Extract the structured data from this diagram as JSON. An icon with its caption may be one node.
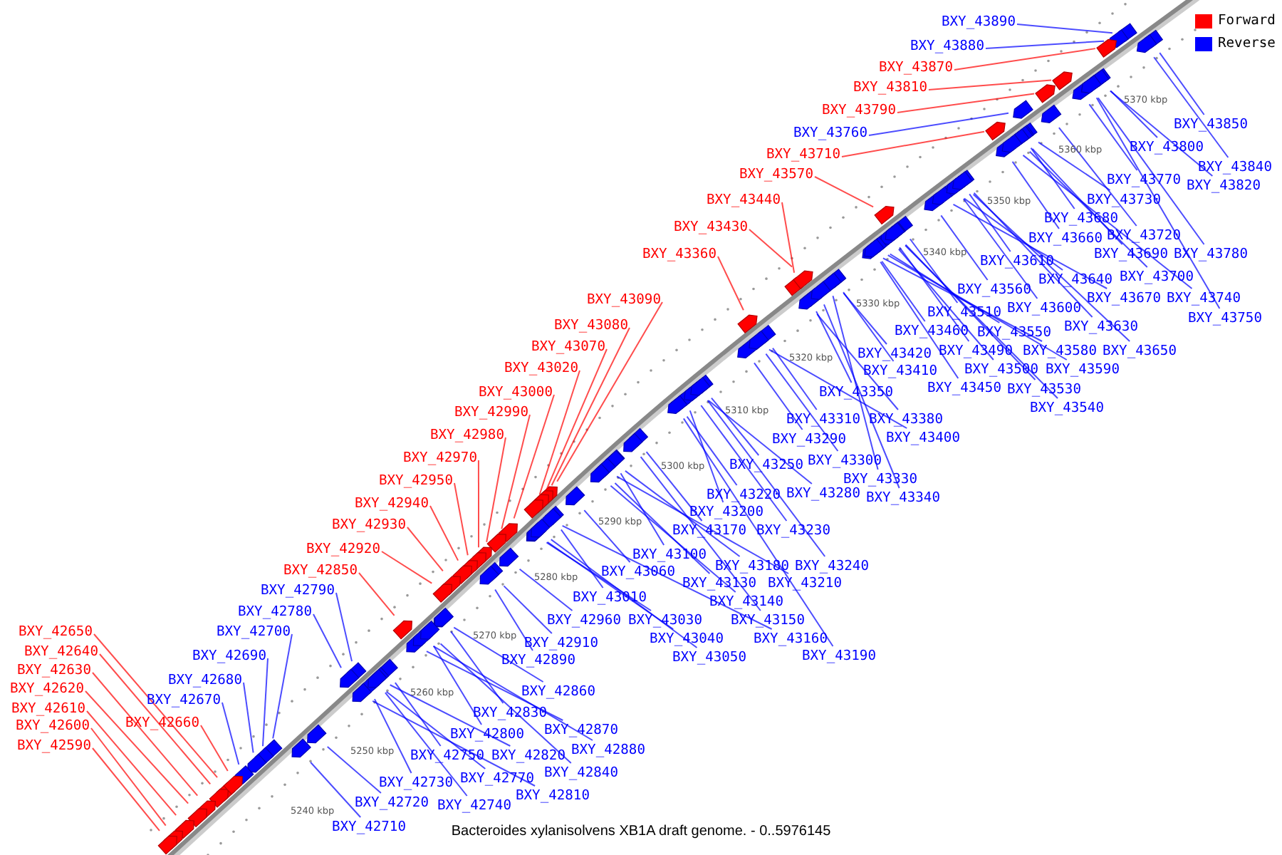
{
  "diagram": {
    "caption": "Bacteroides xylanisolvens XB1A draft genome. - 0..5976145",
    "nodes": [
      {
        "text": [
          "BXY_43890"
        ]
      },
      {
        "text": [
          "BXY_43880"
        ]
      },
      {
        "text": [
          "BXY_43870"
        ]
      },
      {
        "text": [
          "BXY_43810"
        ]
      },
      {
        "text": [
          "BXY_43790"
        ]
      },
      {
        "text": [
          "BXY_43760"
        ]
      },
      {
        "text": [
          "BXY_43710"
        ]
      },
      {
        "text": [
          "BXY_43570"
        ]
      },
      {
        "text": [
          "BXY_43440"
        ]
      },
      {
        "text": [
          "BXY_43430"
        ]
      },
      {
        "text": [
          "BXY_43360"
        ]
      },
      {
        "text": [
          "BXY_43090"
        ]
      },
      {
        "text": [
          "BXY_43080"
        ]
      },
      {
        "text": [
          "BXY_43070"
        ]
      },
      {
        "text": [
          "BXY_43020"
        ]
      },
      {
        "text": [
          "BXY_43000"
        ]
      },
      {
        "text": [
          "BXY_42990"
        ]
      },
      {
        "text": [
          "BXY_42980"
        ]
      },
      {
        "text": [
          "BXY_42970"
        ]
      },
      {
        "text": [
          "BXY_42950"
        ]
      },
      {
        "text": [
          "BXY_42940"
        ]
      },
      {
        "text": [
          "BXY_42930"
        ]
      },
      {
        "text": [
          "BXY_42920"
        ]
      },
      {
        "text": [
          "BXY_42850"
        ]
      },
      {
        "text": [
          "BXY_42790"
        ]
      },
      {
        "text": [
          "BXY_42780"
        ]
      },
      {
        "text": [
          "BXY_42700"
        ]
      },
      {
        "text": [
          "BXY_42650"
        ]
      },
      {
        "text": [
          "BXY_42640"
        ]
      },
      {
        "text": [
          "BXY_42690"
        ]
      },
      {
        "text": [
          "BXY_42630"
        ]
      },
      {
        "text": [
          "BXY_42680"
        ]
      },
      {
        "text": [
          "BXY_42620"
        ]
      },
      {
        "text": [
          "BXY_42670"
        ]
      },
      {
        "text": [
          "BXY_42610"
        ]
      },
      {
        "text": [
          "BXY_42660"
        ]
      },
      {
        "text": [
          "BXY_42600"
        ]
      },
      {
        "text": [
          "BXY_42590"
        ]
      },
      {
        "text": [
          "BXY_43850"
        ]
      },
      {
        "text": [
          "BXY_43800"
        ]
      },
      {
        "text": [
          "BXY_43840"
        ]
      },
      {
        "text": [
          "BXY_43770"
        ]
      },
      {
        "text": [
          "BXY_43820"
        ]
      },
      {
        "text": [
          "BXY_43730"
        ]
      },
      {
        "text": [
          "BXY_43680"
        ]
      },
      {
        "text": [
          "BXY_43720"
        ]
      },
      {
        "text": [
          "BXY_43660"
        ]
      },
      {
        "text": [
          "BXY_43690"
        ]
      },
      {
        "text": [
          "BXY_43780"
        ]
      },
      {
        "text": [
          "BXY_43610"
        ]
      },
      {
        "text": [
          "BXY_43700"
        ]
      },
      {
        "text": [
          "BXY_43640"
        ]
      },
      {
        "text": [
          "BXY_43560"
        ]
      },
      {
        "text": [
          "BXY_43670"
        ]
      },
      {
        "text": [
          "BXY_43740"
        ]
      },
      {
        "text": [
          "BXY_43600"
        ]
      },
      {
        "text": [
          "BXY_43510"
        ]
      },
      {
        "text": [
          "BXY_43750"
        ]
      },
      {
        "text": [
          "BXY_43630"
        ]
      },
      {
        "text": [
          "BXY_43460"
        ]
      },
      {
        "text": [
          "BXY_43550"
        ]
      },
      {
        "text": [
          "BXY_43490"
        ]
      },
      {
        "text": [
          "BXY_43580"
        ]
      },
      {
        "text": [
          "BXY_43650"
        ]
      },
      {
        "text": [
          "BXY_43420"
        ]
      },
      {
        "text": [
          "BXY_43500"
        ]
      },
      {
        "text": [
          "BXY_43590"
        ]
      },
      {
        "text": [
          "BXY_43410"
        ]
      },
      {
        "text": [
          "BXY_43450"
        ]
      },
      {
        "text": [
          "BXY_43530"
        ]
      },
      {
        "text": [
          "BXY_43350"
        ]
      },
      {
        "text": [
          "BXY_43540"
        ]
      },
      {
        "text": [
          "BXY_43310"
        ]
      },
      {
        "text": [
          "BXY_43380"
        ]
      },
      {
        "text": [
          "BXY_43400"
        ]
      },
      {
        "text": [
          "BXY_43290"
        ]
      },
      {
        "text": [
          "BXY_43300"
        ]
      },
      {
        "text": [
          "BXY_43250"
        ]
      },
      {
        "text": [
          "BXY_43330"
        ]
      },
      {
        "text": [
          "BXY_43220"
        ]
      },
      {
        "text": [
          "BXY_43280"
        ]
      },
      {
        "text": [
          "BXY_43340"
        ]
      },
      {
        "text": [
          "BXY_43200"
        ]
      },
      {
        "text": [
          "BXY_43170"
        ]
      },
      {
        "text": [
          "BXY_43230"
        ]
      },
      {
        "text": [
          "BXY_43100"
        ]
      },
      {
        "text": [
          "BXY_43180"
        ]
      },
      {
        "text": [
          "BXY_43240"
        ]
      },
      {
        "text": [
          "BXY_43060"
        ]
      },
      {
        "text": [
          "BXY_43130"
        ]
      },
      {
        "text": [
          "BXY_43210"
        ]
      },
      {
        "text": [
          "BXY_43010"
        ]
      },
      {
        "text": [
          "BXY_43140"
        ]
      },
      {
        "text": [
          "BXY_42960"
        ]
      },
      {
        "text": [
          "BXY_43030"
        ]
      },
      {
        "text": [
          "BXY_43150"
        ]
      },
      {
        "text": [
          "BXY_43040"
        ]
      },
      {
        "text": [
          "BXY_43160"
        ]
      },
      {
        "text": [
          "BXY_42910"
        ]
      },
      {
        "text": [
          "BXY_43050"
        ]
      },
      {
        "text": [
          "BXY_43190"
        ]
      },
      {
        "text": [
          "BXY_42890"
        ]
      },
      {
        "text": [
          "BXY_42860"
        ]
      },
      {
        "text": [
          "BXY_42830"
        ]
      },
      {
        "text": [
          "BXY_42870"
        ]
      },
      {
        "text": [
          "BXY_42800"
        ]
      },
      {
        "text": [
          "BXY_42880"
        ]
      },
      {
        "text": [
          "BXY_42750"
        ]
      },
      {
        "text": [
          "BXY_42820"
        ]
      },
      {
        "text": [
          "BXY_42840"
        ]
      },
      {
        "text": [
          "BXY_42770"
        ]
      },
      {
        "text": [
          "BXY_42730"
        ]
      },
      {
        "text": [
          "BXY_42810"
        ]
      },
      {
        "text": [
          "BXY_42720"
        ]
      },
      {
        "text": [
          "BXY_42740"
        ]
      },
      {
        "text": [
          "BXY_42710"
        ]
      },
      {
        "text": [],
        "shape": "arrow"
      },
      {
        "text": [],
        "shape": "arrow"
      },
      {
        "text": [],
        "shape": "arrow"
      },
      {
        "text": [],
        "shape": "arrow"
      },
      {
        "text": [],
        "shape": "arrow"
      },
      {
        "text": [],
        "shape": "arrow"
      },
      {
        "text": [],
        "shape": "arrow"
      },
      {
        "text": [],
        "shape": "arrow"
      },
      {
        "text": [],
        "shape": "arrow"
      },
      {
        "text": [],
        "shape": "arrow"
      },
      {
        "text": [],
        "shape": "arrow"
      },
      {
        "text": [],
        "shape": "arrow"
      },
      {
        "text": [],
        "shape": "arrow"
      },
      {
        "text": [],
        "shape": "arrow"
      },
      {
        "text": [],
        "shape": "arrow"
      },
      {
        "text": [],
        "shape": "arrow"
      },
      {
        "text": [],
        "shape": "arrow"
      },
      {
        "text": [],
        "shape": "arrow"
      },
      {
        "text": [],
        "shape": "arrow"
      },
      {
        "text": [],
        "shape": "arrow"
      },
      {
        "text": [],
        "shape": "arrow"
      },
      {
        "text": [],
        "shape": "arrow"
      },
      {
        "text": [],
        "shape": "arrow"
      },
      {
        "text": [],
        "shape": "arrow"
      },
      {
        "text": [],
        "shape": "arrow"
      },
      {
        "text": [],
        "shape": "arrow"
      },
      {
        "text": [],
        "shape": "arrow"
      },
      {
        "text": [],
        "shape": "arrow"
      },
      {
        "text": [],
        "shape": "arrow"
      },
      {
        "text": [],
        "shape": "arrow"
      },
      {
        "text": [],
        "shape": "arrow"
      },
      {
        "text": [],
        "shape": "arrow"
      },
      {
        "text": [],
        "shape": "arrow"
      },
      {
        "text": [],
        "shape": "arrow"
      },
      {
        "text": [],
        "shape": "arrow"
      },
      {
        "text": [],
        "shape": "arrow"
      },
      {
        "text": [],
        "shape": "arrow"
      },
      {
        "text": [],
        "shape": "arrow"
      },
      {
        "text": [],
        "shape": "arrow"
      },
      {
        "text": [],
        "shape": "arrow"
      },
      {
        "text": [],
        "shape": "arrow"
      },
      {
        "text": [],
        "shape": "arrow"
      },
      {
        "text": [],
        "shape": "arrow"
      },
      {
        "text": [],
        "shape": "arrow"
      },
      {
        "text": [],
        "shape": "arrow"
      },
      {
        "text": [],
        "shape": "arrow"
      },
      {
        "text": [],
        "shape": "arrow"
      },
      {
        "text": [],
        "shape": "arrow"
      },
      {
        "text": [],
        "shape": "arrow"
      },
      {
        "text": [],
        "shape": "arrow"
      },
      {
        "text": [],
        "shape": "arrow"
      },
      {
        "text": [],
        "shape": "arrow"
      },
      {
        "text": [],
        "shape": "arrow"
      },
      {
        "text": [],
        "shape": "arrow"
      },
      {
        "text": [],
        "shape": "arrow"
      },
      {
        "text": [],
        "shape": "arrow"
      },
      {
        "text": [],
        "shape": "arrow"
      },
      {
        "text": [],
        "shape": "arrow"
      },
      {
        "text": [],
        "shape": "arrow"
      },
      {
        "text": [],
        "shape": "arrow"
      },
      {
        "text": [],
        "shape": "arrow"
      },
      {
        "text": [],
        "shape": "arrow"
      },
      {
        "text": [],
        "shape": "arrow"
      },
      {
        "text": [],
        "shape": "arrow"
      },
      {
        "text": [],
        "shape": "arrow"
      },
      {
        "text": [],
        "shape": "arrow"
      },
      {
        "text": [],
        "shape": "arrow"
      },
      {
        "text": [],
        "shape": "arrow"
      },
      {
        "text": [],
        "shape": "arrow"
      },
      {
        "text": [],
        "shape": "arrow"
      },
      {
        "text": [],
        "shape": "arrow"
      },
      {
        "text": [],
        "shape": "arrow"
      },
      {
        "text": [],
        "shape": "arrow"
      },
      {
        "text": [],
        "shape": "arrow"
      },
      {
        "text": [],
        "shape": "arrow"
      },
      {
        "text": [],
        "shape": "arrow"
      },
      {
        "text": [],
        "shape": "arrow"
      },
      {
        "text": [],
        "shape": "arrow"
      },
      {
        "text": [],
        "shape": "arrow"
      },
      {
        "text": [],
        "shape": "arrow"
      },
      {
        "text": [],
        "shape": "arrow"
      },
      {
        "text": [],
        "shape": "arrow"
      },
      {
        "text": [],
        "shape": "arrow"
      },
      {
        "text": [],
        "shape": "arrow"
      },
      {
        "text": [],
        "shape": "arrow"
      },
      {
        "text": [],
        "shape": "arrow"
      },
      {
        "text": [],
        "shape": "arrow"
      },
      {
        "text": [],
        "shape": "arrow"
      },
      {
        "text": [],
        "shape": "arrow"
      },
      {
        "text": [],
        "shape": "arrow"
      },
      {
        "text": [],
        "shape": "arrow"
      },
      {
        "text": [],
        "shape": "arrow"
      },
      {
        "text": [],
        "shape": "arrow"
      },
      {
        "text": [],
        "shape": "arrow"
      },
      {
        "text": [],
        "shape": "arrow"
      },
      {
        "text": [],
        "shape": "arrow"
      },
      {
        "text": [],
        "shape": "arrow"
      },
      {
        "text": [],
        "shape": "arrow"
      },
      {
        "text": [],
        "shape": "arrow"
      },
      {
        "text": [],
        "shape": "arrow"
      },
      {
        "text": [],
        "shape": "arrow"
      },
      {
        "text": [],
        "shape": "arrow"
      },
      {
        "text": [],
        "shape": "arrow"
      },
      {
        "text": [],
        "shape": "arrow"
      },
      {
        "text": [],
        "shape": "arrow"
      },
      {
        "text": [],
        "shape": "arrow"
      },
      {
        "text": [],
        "shape": "arrow"
      },
      {
        "text": [],
        "shape": "arrow"
      },
      {
        "text": [],
        "shape": "arrow"
      },
      {
        "text": [],
        "shape": "arrow"
      },
      {
        "text": [],
        "shape": "arrow"
      },
      {
        "text": [],
        "shape": "arrow"
      },
      {
        "text": [],
        "shape": "arrow"
      },
      {
        "text": [],
        "shape": "arrow"
      },
      {
        "text": [],
        "shape": "arrow"
      },
      {
        "text": [],
        "shape": "arrow"
      }
    ],
    "edges": [
      {
        "from": 0,
        "to": 116,
        "arrow": "none"
      },
      {
        "from": 1,
        "to": 117,
        "arrow": "none"
      },
      {
        "from": 2,
        "to": 118,
        "arrow": "none",
        "color": "#ff0000"
      },
      {
        "from": 3,
        "to": 119,
        "arrow": "none",
        "color": "#ff0000"
      },
      {
        "from": 4,
        "to": 120,
        "arrow": "none",
        "color": "#ff0000"
      },
      {
        "from": 5,
        "to": 121,
        "arrow": "none"
      },
      {
        "from": 6,
        "to": 122,
        "arrow": "none",
        "color": "#ff0000"
      },
      {
        "from": 7,
        "to": 123,
        "arrow": "none",
        "color": "#ff0000"
      },
      {
        "from": 8,
        "to": 124,
        "arrow": "none",
        "color": "#ff0000"
      },
      {
        "from": 9,
        "to": 125,
        "arrow": "none",
        "color": "#ff0000"
      },
      {
        "from": 10,
        "to": 126,
        "arrow": "none",
        "color": "#ff0000"
      },
      {
        "from": 11,
        "to": 127,
        "arrow": "none",
        "color": "#ff0000"
      },
      {
        "from": 12,
        "to": 128,
        "arrow": "none",
        "color": "#ff0000"
      },
      {
        "from": 13,
        "to": 129,
        "arrow": "none",
        "color": "#ff0000"
      },
      {
        "from": 14,
        "to": 130,
        "arrow": "none",
        "color": "#ff0000"
      },
      {
        "from": 15,
        "to": 131,
        "arrow": "none",
        "color": "#ff0000"
      },
      {
        "from": 16,
        "to": 132,
        "arrow": "none",
        "color": "#ff0000"
      },
      {
        "from": 17,
        "to": 133,
        "arrow": "none",
        "color": "#ff0000"
      },
      {
        "from": 18,
        "to": 134,
        "arrow": "none",
        "color": "#ff0000"
      },
      {
        "from": 19,
        "to": 135,
        "arrow": "none",
        "color": "#ff0000"
      },
      {
        "from": 20,
        "to": 136,
        "arrow": "none",
        "color": "#ff0000"
      },
      {
        "from": 21,
        "to": 137,
        "arrow": "none",
        "color": "#ff0000"
      },
      {
        "from": 22,
        "to": 138,
        "arrow": "none",
        "color": "#ff0000"
      },
      {
        "from": 23,
        "to": 139,
        "arrow": "none",
        "color": "#ff0000"
      },
      {
        "from": 24,
        "to": 140,
        "arrow": "none"
      },
      {
        "from": 25,
        "to": 141,
        "arrow": "none"
      },
      {
        "from": 26,
        "to": 142,
        "arrow": "none"
      },
      {
        "from": 27,
        "to": 143,
        "arrow": "none",
        "color": "#ff0000"
      },
      {
        "from": 28,
        "to": 144,
        "arrow": "none",
        "color": "#ff0000"
      },
      {
        "from": 29,
        "to": 145,
        "arrow": "none"
      },
      {
        "from": 30,
        "to": 146,
        "arrow": "none",
        "color": "#ff0000"
      },
      {
        "from": 31,
        "to": 147,
        "arrow": "none"
      },
      {
        "from": 32,
        "to": 148,
        "arrow": "none",
        "color": "#ff0000"
      },
      {
        "from": 33,
        "to": 149,
        "arrow": "none"
      },
      {
        "from": 34,
        "to": 150,
        "arrow": "none",
        "color": "#ff0000"
      },
      {
        "from": 35,
        "to": 151,
        "arrow": "none",
        "color": "#ff0000"
      },
      {
        "from": 36,
        "to": 152,
        "arrow": "none",
        "color": "#ff0000"
      },
      {
        "from": 37,
        "to": 153,
        "arrow": "none",
        "color": "#ff0000"
      },
      {
        "from": 38,
        "to": 154,
        "arrow": "none"
      },
      {
        "from": 39,
        "to": 155,
        "arrow": "none"
      },
      {
        "from": 40,
        "to": 156,
        "arrow": "none"
      },
      {
        "from": 41,
        "to": 157,
        "arrow": "none"
      },
      {
        "from": 42,
        "to": 158,
        "arrow": "none"
      },
      {
        "from": 43,
        "to": 159,
        "arrow": "none"
      },
      {
        "from": 44,
        "to": 160,
        "arrow": "none"
      },
      {
        "from": 45,
        "to": 161,
        "arrow": "none"
      },
      {
        "from": 46,
        "to": 162,
        "arrow": "none"
      },
      {
        "from": 47,
        "to": 163,
        "arrow": "none"
      },
      {
        "from": 48,
        "to": 164,
        "arrow": "none"
      },
      {
        "from": 49,
        "to": 165,
        "arrow": "none"
      },
      {
        "from": 50,
        "to": 166,
        "arrow": "none"
      },
      {
        "from": 51,
        "to": 167,
        "arrow": "none"
      },
      {
        "from": 52,
        "to": 168,
        "arrow": "none"
      },
      {
        "from": 53,
        "to": 169,
        "arrow": "none"
      },
      {
        "from": 54,
        "to": 170,
        "arrow": "none"
      },
      {
        "from": 55,
        "to": 171,
        "arrow": "none"
      },
      {
        "from": 56,
        "to": 172,
        "arrow": "none"
      },
      {
        "from": 57,
        "to": 173,
        "arrow": "none"
      },
      {
        "from": 58,
        "to": 174,
        "arrow": "none"
      },
      {
        "from": 59,
        "to": 175,
        "arrow": "none"
      },
      {
        "from": 60,
        "to": 176,
        "arrow": "none"
      },
      {
        "from": 61,
        "to": 177,
        "arrow": "none"
      },
      {
        "from": 62,
        "to": 178,
        "arrow": "none"
      },
      {
        "from": 63,
        "to": 179,
        "arrow": "none"
      },
      {
        "from": 64,
        "to": 180,
        "arrow": "none"
      },
      {
        "from": 65,
        "to": 181,
        "arrow": "none"
      },
      {
        "from": 66,
        "to": 182,
        "arrow": "none"
      },
      {
        "from": 67,
        "to": 183,
        "arrow": "none"
      },
      {
        "from": 68,
        "to": 184,
        "arrow": "none"
      },
      {
        "from": 69,
        "to": 185,
        "arrow": "none"
      },
      {
        "from": 70,
        "to": 186,
        "arrow": "none"
      },
      {
        "from": 71,
        "to": 187,
        "arrow": "none"
      },
      {
        "from": 72,
        "to": 188,
        "arrow": "none"
      },
      {
        "from": 73,
        "to": 189,
        "arrow": "none"
      },
      {
        "from": 74,
        "to": 190,
        "arrow": "none"
      },
      {
        "from": 75,
        "to": 191,
        "arrow": "none"
      },
      {
        "from": 76,
        "to": 192,
        "arrow": "none"
      },
      {
        "from": 77,
        "to": 193,
        "arrow": "none"
      },
      {
        "from": 78,
        "to": 194,
        "arrow": "none"
      },
      {
        "from": 79,
        "to": 195,
        "arrow": "none"
      },
      {
        "from": 80,
        "to": 196,
        "arrow": "none"
      },
      {
        "from": 81,
        "to": 197,
        "arrow": "none"
      },
      {
        "from": 82,
        "to": 198,
        "arrow": "none"
      },
      {
        "from": 83,
        "to": 199,
        "arrow": "none"
      },
      {
        "from": 84,
        "to": 200,
        "arrow": "none"
      },
      {
        "from": 85,
        "to": 201,
        "arrow": "none"
      },
      {
        "from": 86,
        "to": 202,
        "arrow": "none"
      },
      {
        "from": 87,
        "to": 203,
        "arrow": "none"
      },
      {
        "from": 88,
        "to": 204,
        "arrow": "none"
      },
      {
        "from": 89,
        "to": 205,
        "arrow": "none"
      },
      {
        "from": 90,
        "to": 206,
        "arrow": "none"
      },
      {
        "from": 91,
        "to": 207,
        "arrow": "none"
      },
      {
        "from": 92,
        "to": 208,
        "arrow": "none"
      },
      {
        "from": 93,
        "to": 209,
        "arrow": "none"
      },
      {
        "from": 94,
        "to": 210,
        "arrow": "none"
      },
      {
        "from": 95,
        "to": 211,
        "arrow": "none"
      },
      {
        "from": 96,
        "to": 212,
        "arrow": "none"
      },
      {
        "from": 97,
        "to": 213,
        "arrow": "none"
      },
      {
        "from": 98,
        "to": 214,
        "arrow": "none"
      },
      {
        "from": 99,
        "to": 215,
        "arrow": "none"
      },
      {
        "from": 100,
        "to": 216,
        "arrow": "none"
      },
      {
        "from": 101,
        "to": 217,
        "arrow": "none"
      },
      {
        "from": 102,
        "to": 218,
        "arrow": "none"
      },
      {
        "from": 103,
        "to": 219,
        "arrow": "none"
      },
      {
        "from": 104,
        "to": 220,
        "arrow": "none"
      },
      {
        "from": 105,
        "to": 221,
        "arrow": "none"
      },
      {
        "from": 106,
        "to": 222,
        "arrow": "none"
      },
      {
        "from": 107,
        "to": 223,
        "arrow": "none"
      },
      {
        "from": 108,
        "to": 224,
        "arrow": "none"
      },
      {
        "from": 109,
        "to": 225,
        "arrow": "none"
      },
      {
        "from": 110,
        "to": 226,
        "arrow": "none"
      },
      {
        "from": 111,
        "to": 227,
        "arrow": "none"
      },
      {
        "from": 112,
        "to": 228,
        "arrow": "none"
      },
      {
        "from": 113,
        "to": 229,
        "arrow": "none"
      },
      {
        "from": 114,
        "to": 230,
        "arrow": "none"
      },
      {
        "from": 115,
        "to": 231,
        "arrow": "none"
      }
    ],
    "labels": [
      "5370 kbp",
      "5360 kbp",
      "5350 kbp",
      "5340 kbp",
      "5330 kbp",
      "5320 kbp",
      "5310 kbp",
      "5300 kbp",
      "5290 kbp",
      "5280 kbp",
      "5270 kbp",
      "5260 kbp",
      "5250 kbp",
      "5240 kbp"
    ],
    "legend": [
      {
        "text": "Forward",
        "color": "#ff0000"
      },
      {
        "text": "Reverse",
        "color": "#0000ff"
      }
    ]
  }
}
